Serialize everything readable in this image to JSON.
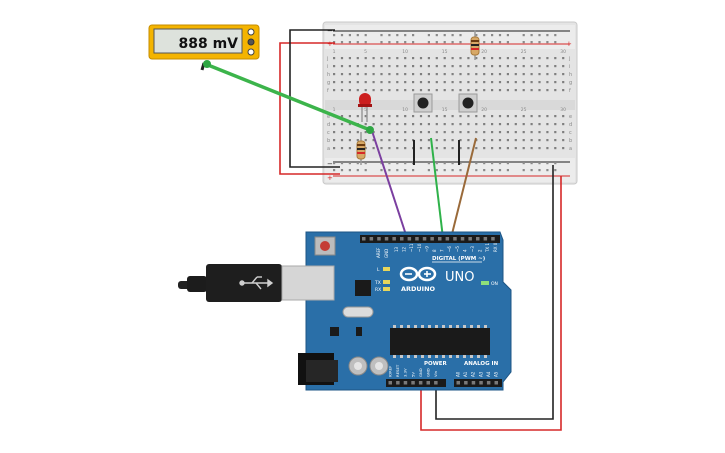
{
  "multimeter": {
    "reading": "888 mV"
  },
  "breadboard": {
    "rail_plus": "+",
    "rail_minus": "−",
    "row_letters_top": [
      "j",
      "i",
      "h",
      "g",
      "f"
    ],
    "row_letters_bottom": [
      "e",
      "d",
      "c",
      "b",
      "a"
    ],
    "column_numbers": [
      "1",
      "5",
      "10",
      "15",
      "20",
      "25",
      "30"
    ]
  },
  "arduino": {
    "brand": "ARDUINO",
    "model": "UNO",
    "digital_header_label": "DIGITAL (PWM ~)",
    "power_label": "POWER",
    "analog_label": "ANALOG IN",
    "led_on_label": "ON",
    "led_l_label": "L",
    "led_tx_label": "TX",
    "led_rx_label": "RX",
    "aref_label": "AREF",
    "gnd_label": "GND",
    "digital_pins": [
      "13",
      "12",
      "~11",
      "~10",
      "~9",
      "8",
      "7",
      "~6",
      "~5",
      "4",
      "~3",
      "2",
      "TX 1",
      "RX 0"
    ],
    "power_pins": [
      "IOREF",
      "RESET",
      "3.3V",
      "5V",
      "GND",
      "GND",
      "Vin"
    ],
    "analog_pins": [
      "A0",
      "A1",
      "A2",
      "A3",
      "A4",
      "A5"
    ]
  },
  "colors": {
    "arduino_blue": "#2a6fa8",
    "wire_red": "#d62828",
    "wire_black": "#222222",
    "wire_green": "#2fb24a",
    "wire_purple": "#7b3fa0",
    "wire_brown": "#9a6a3a",
    "probe_green": "#3cb44b",
    "multimeter_body": "#f4b400"
  }
}
